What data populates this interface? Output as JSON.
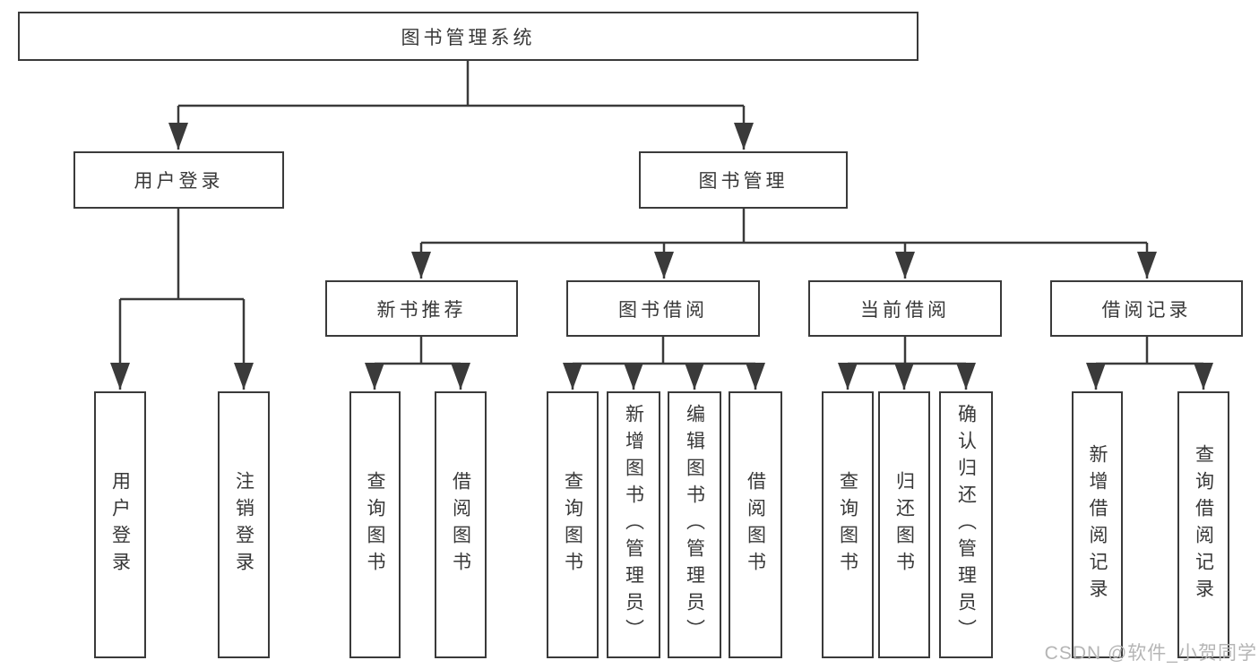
{
  "watermark": "CSDN @软件_小贺同学",
  "colors": {
    "line": "#3a3a3a",
    "box_border": "#3a3a3a",
    "text": "#383838",
    "watermark": "#b5b5b5",
    "background": "#ffffff"
  },
  "nodes": {
    "root": {
      "label": "图书管理系统"
    },
    "branches": [
      {
        "label": "用户登录",
        "children": [
          "用户登录",
          "注销登录"
        ]
      },
      {
        "label": "图书管理"
      }
    ],
    "modules": [
      {
        "label": "新书推荐",
        "children": [
          "查询图书",
          "借阅图书"
        ]
      },
      {
        "label": "图书借阅",
        "children": [
          "查询图书",
          "新增图书（管理员）",
          "编辑图书（管理员）",
          "借阅图书"
        ]
      },
      {
        "label": "当前借阅",
        "children": [
          "查询图书",
          "归还图书",
          "确认归还（管理员）"
        ]
      },
      {
        "label": "借阅记录",
        "children": [
          "新增借阅记录",
          "查询借阅记录"
        ]
      }
    ]
  }
}
